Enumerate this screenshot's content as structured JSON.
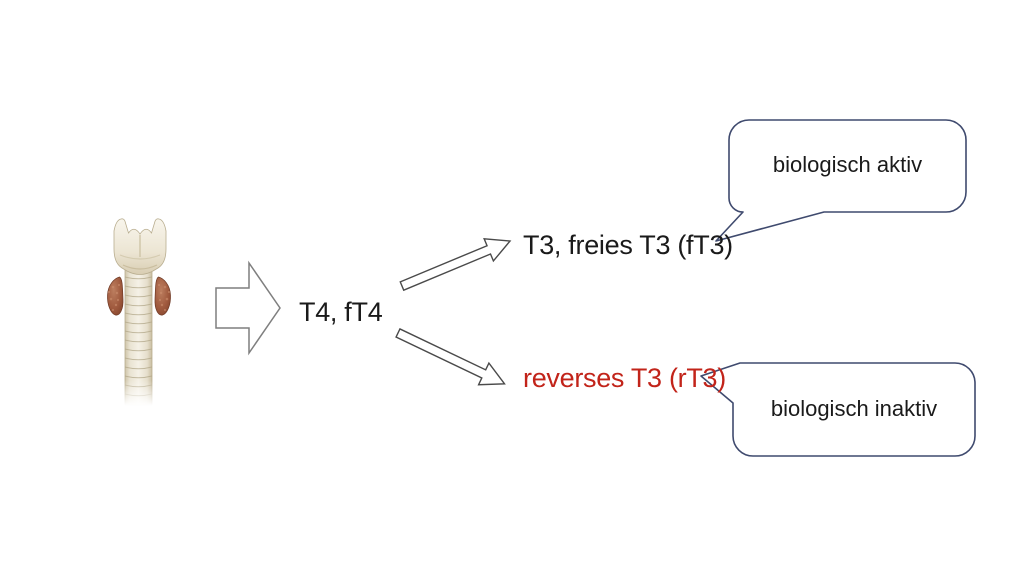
{
  "diagram": {
    "title": "thyroid-hormone-conversion",
    "background_color": "#ffffff",
    "thyroid_icon": {
      "name": "thyroid-gland-with-trachea-illustration",
      "cartilage_color": "#ece5d3",
      "lobe_color": "#9c5a40"
    },
    "nodes": {
      "t4": {
        "label": "T4, fT4",
        "color": "#1a1a1a"
      },
      "t3": {
        "label": "T3, freies T3 (fT3)",
        "color": "#1a1a1a"
      },
      "rt3": {
        "label": "reverses T3 (rT3)",
        "color": "#c2241a"
      }
    },
    "callouts": {
      "aktiv": {
        "label": "biologisch aktiv",
        "border_color": "#3f4a6e",
        "fill": "#ffffff"
      },
      "inaktiv": {
        "label": "biologisch inaktiv",
        "border_color": "#3f4a6e",
        "fill": "#ffffff"
      }
    },
    "arrows": {
      "block_arrow_stroke": "#7f7f7f",
      "diagonal_arrow_stroke": "#4a4a4a",
      "fill": "#ffffff"
    }
  }
}
